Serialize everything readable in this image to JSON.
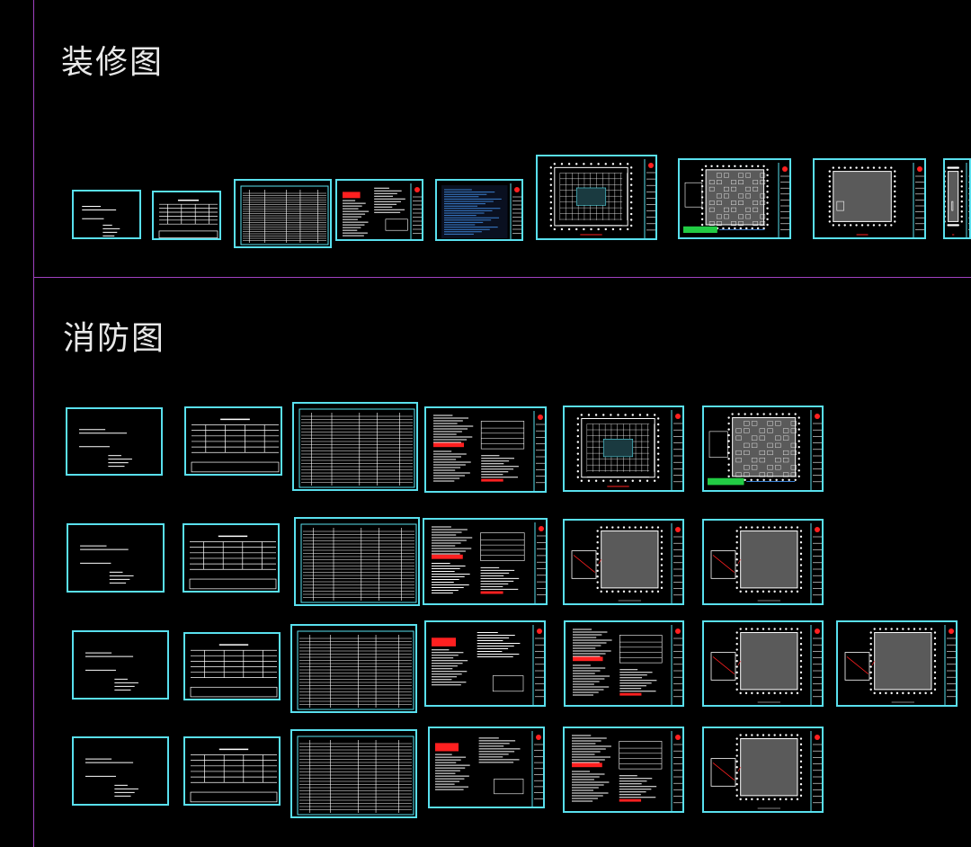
{
  "sections": {
    "decoration": {
      "title": "装修图"
    },
    "fire": {
      "title": "消防图"
    }
  },
  "sheet_kinds": [
    "cover",
    "contents",
    "table",
    "notes",
    "blue-notes",
    "plan-white",
    "plan-grey-green",
    "plan-grey",
    "plan-grey-detail",
    "notes-detail"
  ],
  "colors": {
    "background": "#000000",
    "frame": "#59e0ee",
    "guide_line": "#a040c0",
    "plan_fill": "#5a5a5a",
    "accent_red": "#ff2020",
    "accent_green": "#22cc44",
    "accent_blue": "#3a7fd0"
  }
}
